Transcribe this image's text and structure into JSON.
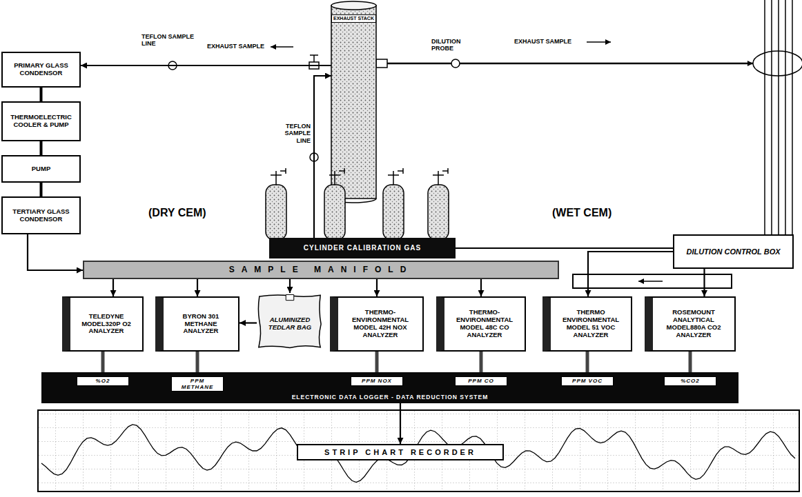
{
  "diagram": {
    "nodes": [
      {
        "text": [
          "PRIMARY GLASS CONDENSOR"
        ]
      },
      {
        "text": [
          "THERMOELECTRIC COOLER & PUMP"
        ]
      },
      {
        "text": [
          "PUMP"
        ]
      },
      {
        "text": [
          "TERTIARY GLASS CONDENSOR"
        ]
      },
      {
        "text": [
          "EXHAUST STACK"
        ]
      },
      {
        "text": [
          "CYLINDER CALIBRATION GAS"
        ]
      },
      {
        "text": [
          "DILUTION CONTROL BOX"
        ]
      },
      {
        "text": [
          "SAMPLE MANIFOLD"
        ]
      },
      {
        "text": [
          "TELEDYNE MODEL320P O2 ANALYZER"
        ]
      },
      {
        "text": [
          "BYRON 301 METHANE ANALYZER"
        ]
      },
      {
        "text": [
          "ALUMINIZED TEDLAR BAG"
        ]
      },
      {
        "text": [
          "THERMO-ENVIRONMENTAL MODEL 42H NOX ANALYZER"
        ]
      },
      {
        "text": [
          "THERMO-ENVIRONMENTAL MODEL 48C CO ANALYZER"
        ]
      },
      {
        "text": [
          "THERMO ENVIRONMENTAL MODEL 51 VOC ANALYZER"
        ]
      },
      {
        "text": [
          "ROSEMOUNT ANALYTICAL MODEL880A CO2 ANALYZER"
        ]
      },
      {
        "text": [
          "ELECTRONIC DATA LOGGER - DATA REDUCTION SYSTEM"
        ]
      },
      {
        "text": [
          "%O2"
        ],
        "in": 15
      },
      {
        "text": [
          "PPM METHANE"
        ],
        "in": 15
      },
      {
        "text": [
          "PPM NOX"
        ],
        "in": 15
      },
      {
        "text": [
          "PPM CO"
        ],
        "in": 15
      },
      {
        "text": [
          "PPM VOC"
        ],
        "in": 15
      },
      {
        "text": [
          "%CO2"
        ],
        "in": 15
      },
      {
        "text": [
          "STRIP CHART RECORDER"
        ]
      }
    ],
    "edges": [
      {
        "from": 0,
        "to": 1,
        "arrow": "none"
      },
      {
        "from": 1,
        "to": 2,
        "arrow": "none"
      },
      {
        "from": 2,
        "to": 3,
        "arrow": "none"
      },
      {
        "from": 3,
        "to": 7,
        "arrow": "to"
      },
      {
        "from": 4,
        "to": 0,
        "arrow": "to"
      },
      {
        "from": 5,
        "to": 4,
        "arrow": "to"
      },
      {
        "from": 5,
        "to": 6,
        "arrow": "none"
      },
      {
        "from": 6,
        "to": 13,
        "arrow": "to"
      },
      {
        "from": 6,
        "to": 14,
        "arrow": "to"
      },
      {
        "from": 7,
        "to": 8,
        "arrow": "to"
      },
      {
        "from": 7,
        "to": 9,
        "arrow": "to"
      },
      {
        "from": 7,
        "to": 10,
        "arrow": "to"
      },
      {
        "from": 10,
        "to": 9,
        "arrow": "to"
      },
      {
        "from": 7,
        "to": 11,
        "arrow": "to"
      },
      {
        "from": 7,
        "to": 12,
        "arrow": "to"
      },
      {
        "from": 8,
        "to": 16,
        "arrow": "none"
      },
      {
        "from": 9,
        "to": 17,
        "arrow": "none"
      },
      {
        "from": 11,
        "to": 18,
        "arrow": "none"
      },
      {
        "from": 12,
        "to": 19,
        "arrow": "none"
      },
      {
        "from": 13,
        "to": 20,
        "arrow": "none"
      },
      {
        "from": 14,
        "to": 21,
        "arrow": "none"
      },
      {
        "from": 15,
        "to": 22,
        "arrow": "to"
      }
    ],
    "labels": [
      "TEFLON SAMPLE LINE",
      "EXHAUST SAMPLE",
      "TEFLON SAMPLE LINE",
      "DILUTION PROBE",
      "EXHAUST SAMPLE",
      "(DRY CEM)",
      "(WET CEM)"
    ]
  }
}
